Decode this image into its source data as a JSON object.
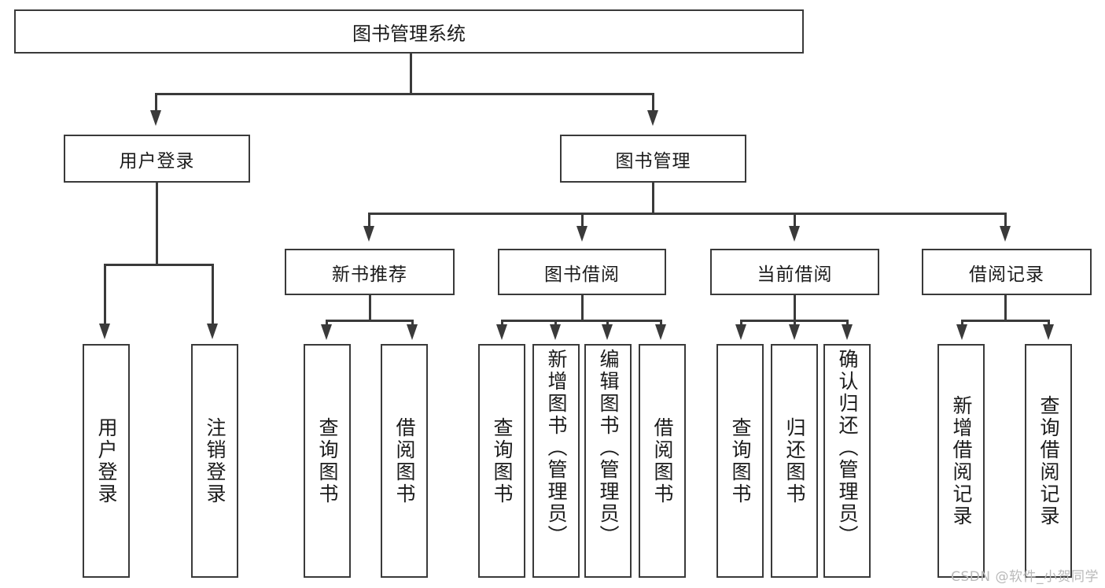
{
  "diagram": {
    "title": "图书管理系统",
    "type": "tree",
    "root": {
      "label": "图书管理系统"
    },
    "level1": [
      {
        "key": "user-login",
        "label": "用户登录"
      },
      {
        "key": "book-management",
        "label": "图书管理"
      }
    ],
    "level2": [
      {
        "key": "new-book-recommend",
        "label": "新书推荐"
      },
      {
        "key": "book-borrow",
        "label": "图书借阅"
      },
      {
        "key": "current-borrow",
        "label": "当前借阅"
      },
      {
        "key": "borrow-record",
        "label": "借阅记录"
      }
    ],
    "leaves": {
      "user_login": [
        {
          "key": "leaf-user-login",
          "label": "用户登录"
        },
        {
          "key": "leaf-logout-login",
          "label": "注销登录"
        }
      ],
      "new_book_recommend": [
        {
          "key": "leaf-query-book-1",
          "label": "查询图书"
        },
        {
          "key": "leaf-borrow-book-1",
          "label": "借阅图书"
        }
      ],
      "book_borrow": [
        {
          "key": "leaf-query-book-2",
          "label": "查询图书"
        },
        {
          "key": "leaf-add-book-admin",
          "label": "新增图书（管理员）"
        },
        {
          "key": "leaf-edit-book-admin",
          "label": "编辑图书（管理员）"
        },
        {
          "key": "leaf-borrow-book-2",
          "label": "借阅图书"
        }
      ],
      "current_borrow": [
        {
          "key": "leaf-query-book-3",
          "label": "查询图书"
        },
        {
          "key": "leaf-return-book",
          "label": "归还图书"
        },
        {
          "key": "leaf-confirm-return-admin",
          "label": "确认归还（管理员）"
        }
      ],
      "borrow_record": [
        {
          "key": "leaf-add-borrow-record",
          "label": "新增借阅记录"
        },
        {
          "key": "leaf-query-borrow-record",
          "label": "查询借阅记录"
        }
      ]
    }
  },
  "watermark": {
    "text": "CSDN @软件_小贺同学"
  },
  "colors": {
    "stroke": "#3a3a3a",
    "text": "#1b1b1b",
    "background": "#ffffff",
    "watermark": "#b9b9b9"
  }
}
